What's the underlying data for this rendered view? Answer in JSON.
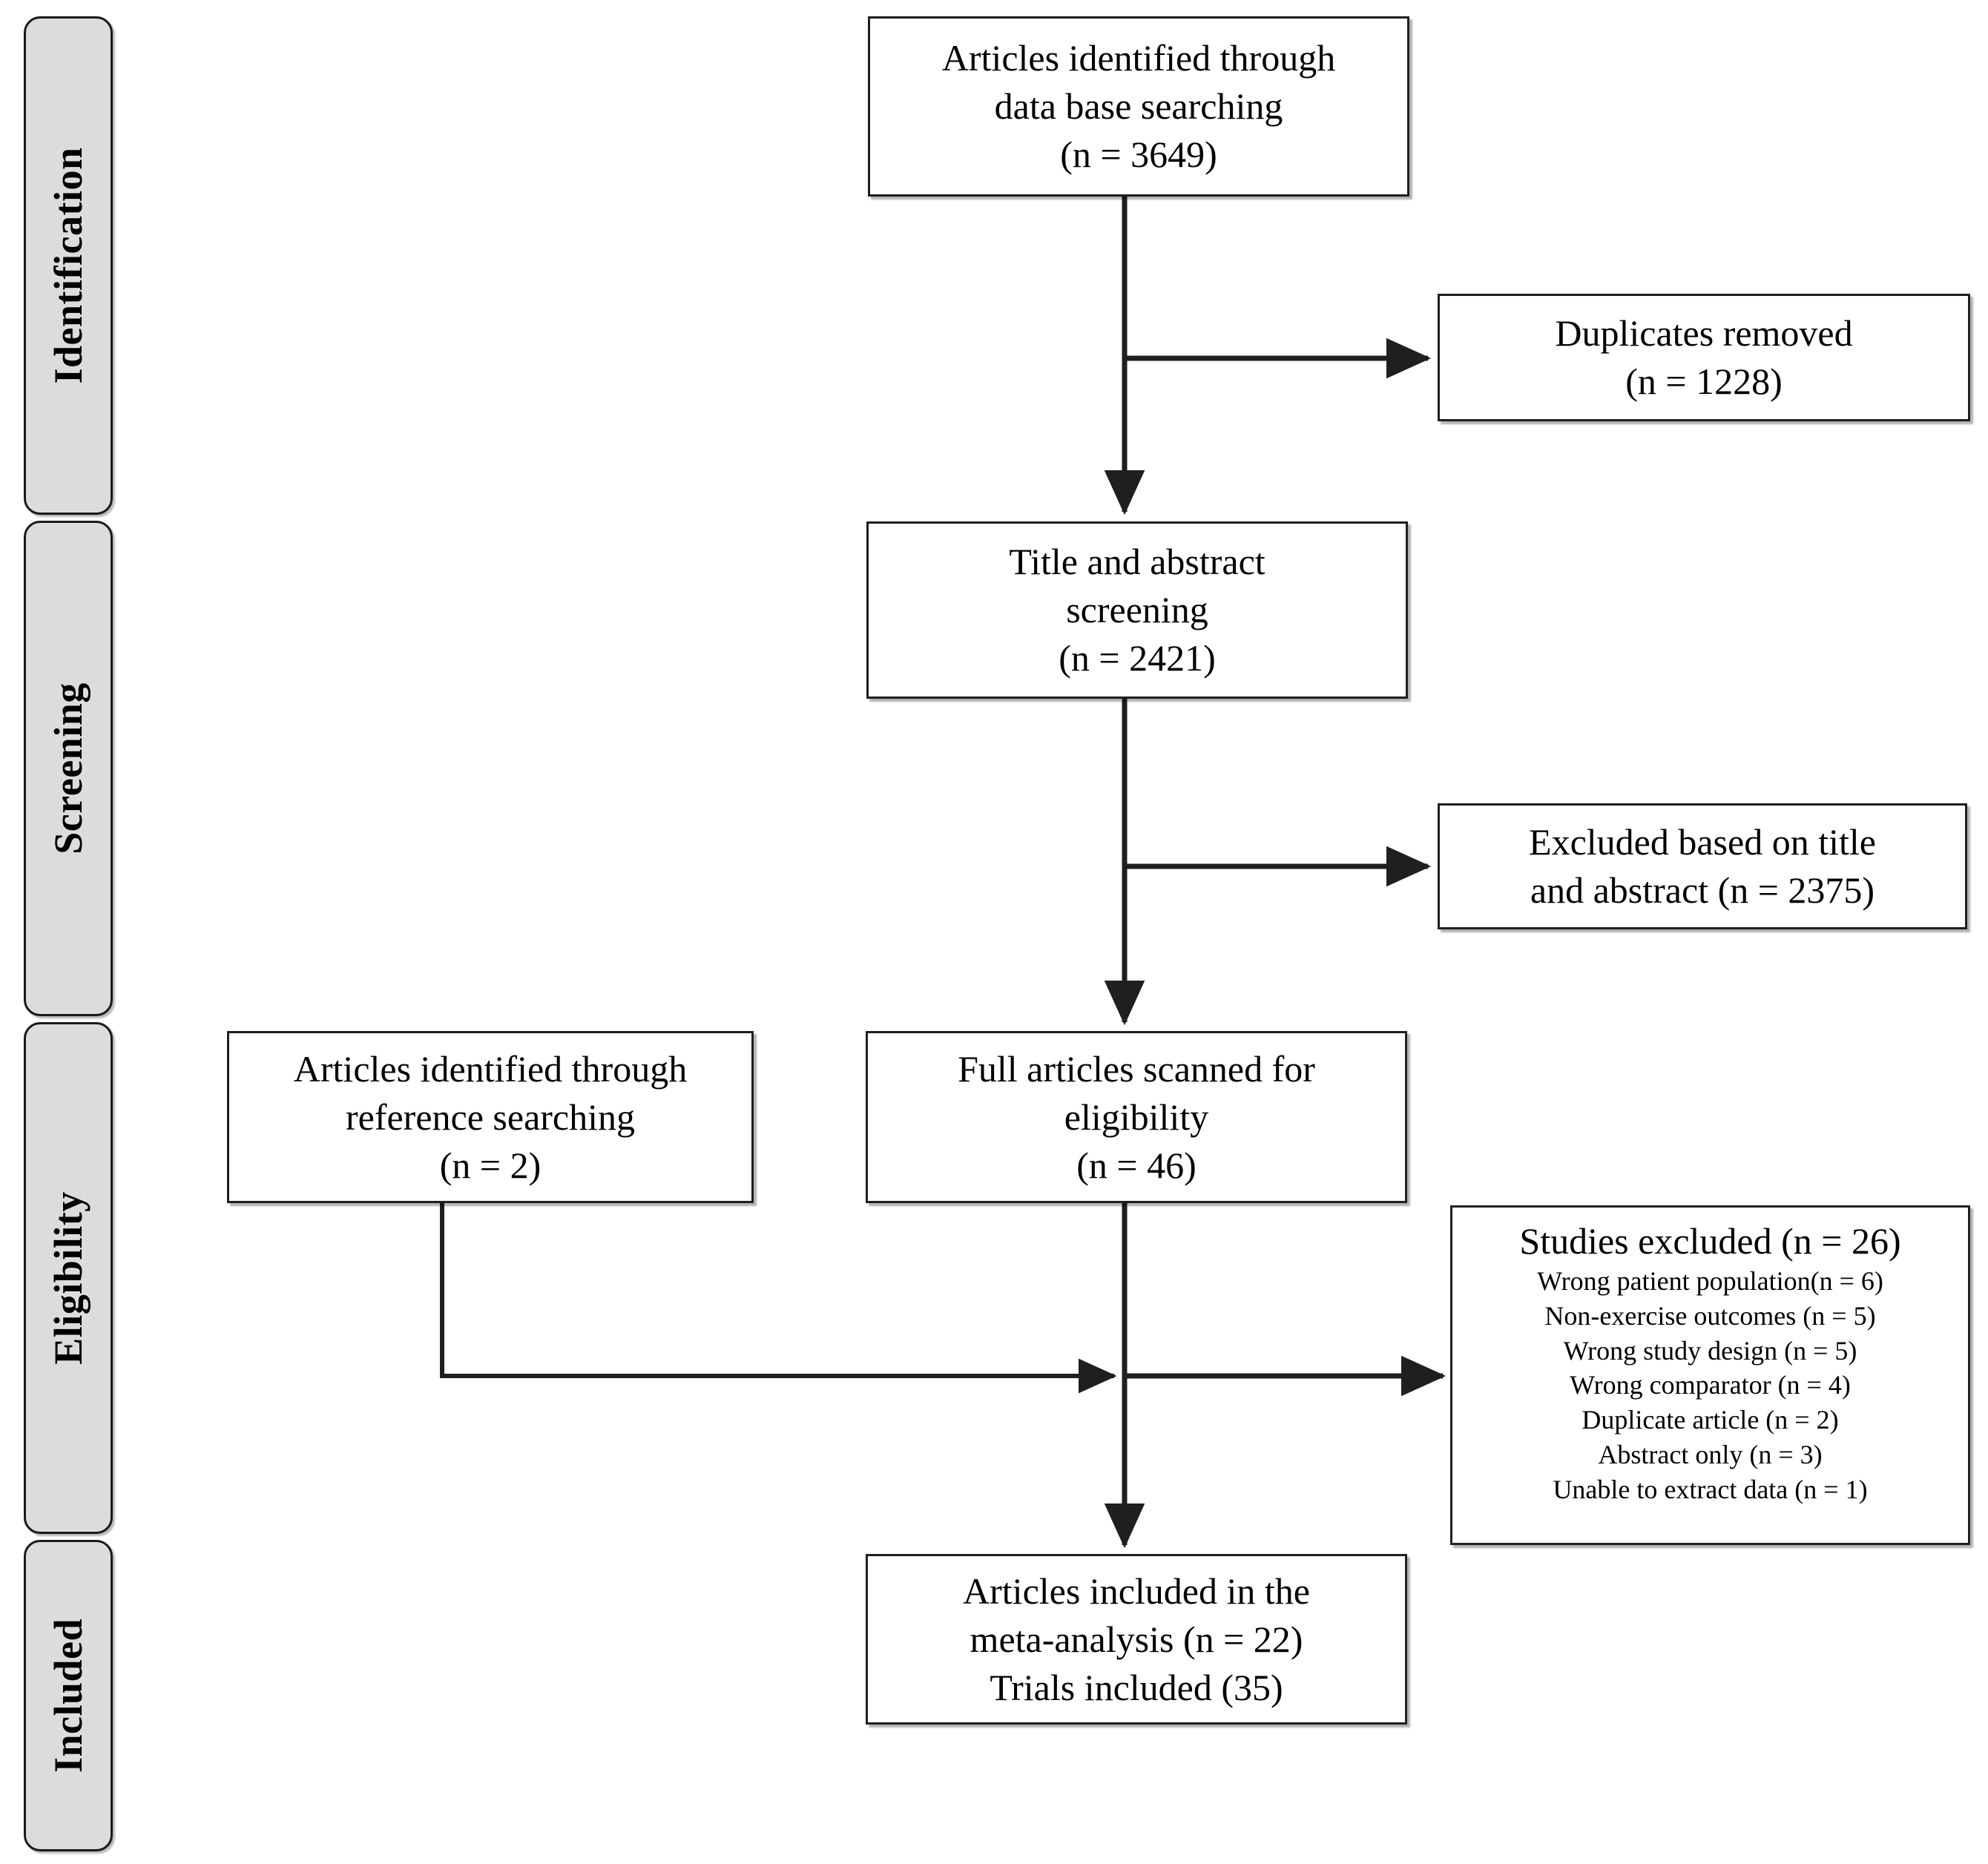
{
  "diagram": {
    "title": "PRISMA study selection flow diagram",
    "stroke_color": "#1f1f1f",
    "band_fill_color": "#dcdcdc",
    "box_fill_color": "#ffffff"
  },
  "stages": [
    {
      "id": "identification",
      "label": "Identification"
    },
    {
      "id": "screening",
      "label": "Screening"
    },
    {
      "id": "eligibility",
      "label": "Eligibility"
    },
    {
      "id": "included",
      "label": "Included"
    }
  ],
  "boxes": {
    "database_search": {
      "lines": [
        "Articles identified through",
        "data base searching",
        "(n = 3649)"
      ]
    },
    "duplicates_removed": {
      "lines": [
        "Duplicates removed",
        "(n = 1228)"
      ]
    },
    "title_abstract_screening": {
      "lines": [
        "Title and abstract",
        "screening",
        "(n = 2421)"
      ]
    },
    "excluded_title_abstract": {
      "lines": [
        "Excluded based on title",
        "and abstract (n = 2375)"
      ]
    },
    "reference_search": {
      "lines": [
        "Articles identified through",
        "reference searching",
        "(n = 2)"
      ]
    },
    "full_articles_scanned": {
      "lines": [
        "Full articles scanned for",
        "eligibility",
        "(n = 46)"
      ]
    },
    "studies_excluded": {
      "heading": "Studies excluded (n = 26)",
      "reasons": [
        "Wrong patient population(n = 6)",
        "Non-exercise outcomes (n = 5)",
        "Wrong study design (n = 5)",
        "Wrong comparator (n = 4)",
        "Duplicate article (n = 2)",
        "Abstract only (n = 3)",
        "Unable to extract data (n = 1)"
      ]
    },
    "articles_included": {
      "lines": [
        "Articles included in the",
        "meta-analysis (n = 22)",
        "Trials included (35)"
      ]
    }
  },
  "counts": {
    "database_search_n": 3649,
    "duplicates_removed_n": 1228,
    "title_abstract_screening_n": 2421,
    "excluded_title_abstract_n": 2375,
    "reference_search_n": 2,
    "full_articles_scanned_n": 46,
    "studies_excluded_n": 26,
    "articles_included_n": 22,
    "trials_included_n": 35,
    "excluded_reason_counts": {
      "wrong_patient_population": 6,
      "non_exercise_outcomes": 5,
      "wrong_study_design": 5,
      "wrong_comparator": 4,
      "duplicate_article": 2,
      "abstract_only": 3,
      "unable_to_extract_data": 1
    }
  }
}
